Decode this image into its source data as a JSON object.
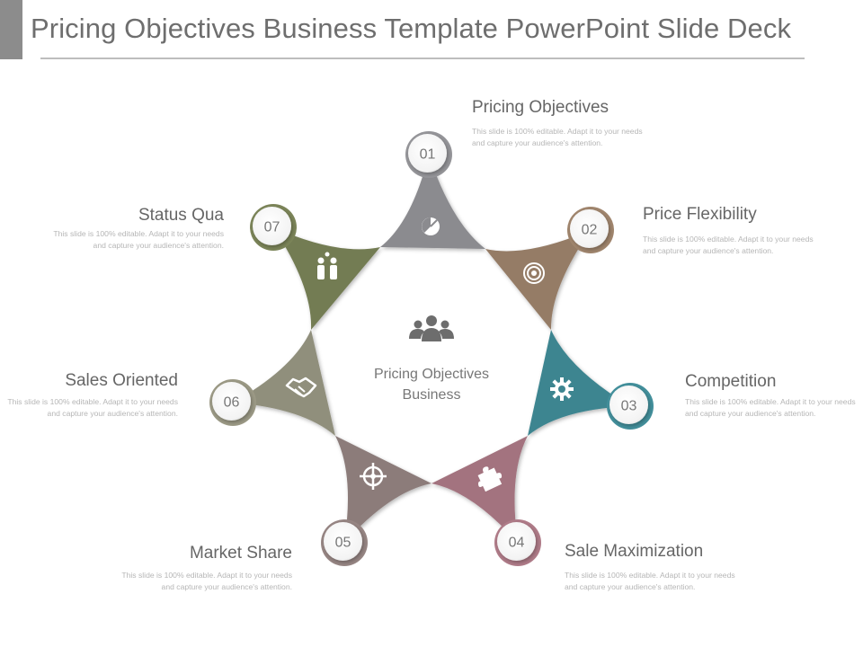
{
  "slide": {
    "title": "Pricing Objectives Business Template PowerPoint Slide Deck"
  },
  "center": {
    "label_line1": "Pricing Objectives",
    "label_line2": "Business",
    "icon": "team-icon"
  },
  "items": [
    {
      "number": "01",
      "title": "Pricing Objectives",
      "description": "This slide is 100% editable. Adapt it to your needs and capture your audience's attention.",
      "color": "#8b8b8f",
      "icon": "pie-chart-icon"
    },
    {
      "number": "02",
      "title": "Price Flexibility",
      "description": "This slide is 100% editable. Adapt it to your needs and capture your audience's attention.",
      "color": "#957c66",
      "icon": "target-icon"
    },
    {
      "number": "03",
      "title": "Competition",
      "description": "This slide is 100% editable. Adapt it to your needs and capture your audience's attention.",
      "color": "#3e8590",
      "icon": "gear-icon"
    },
    {
      "number": "04",
      "title": "Sale Maximization",
      "description": "This slide is 100% editable. Adapt it to your needs and capture your audience's attention.",
      "color": "#a3737f",
      "icon": "puzzle-icon"
    },
    {
      "number": "05",
      "title": "Market Share",
      "description": "This slide is 100% editable. Adapt it to your needs and capture your audience's attention.",
      "color": "#8c7c7a",
      "icon": "crosshair-icon"
    },
    {
      "number": "06",
      "title": "Sales Oriented",
      "description": "This slide is 100% editable. Adapt it to your needs and capture your audience's attention.",
      "color": "#908f7c",
      "icon": "handshake-icon"
    },
    {
      "number": "07",
      "title": "Status Qua",
      "description": "This slide is 100% editable. Adapt it to your needs and capture your audience's attention.",
      "color": "#737b52",
      "icon": "people-icon"
    }
  ]
}
